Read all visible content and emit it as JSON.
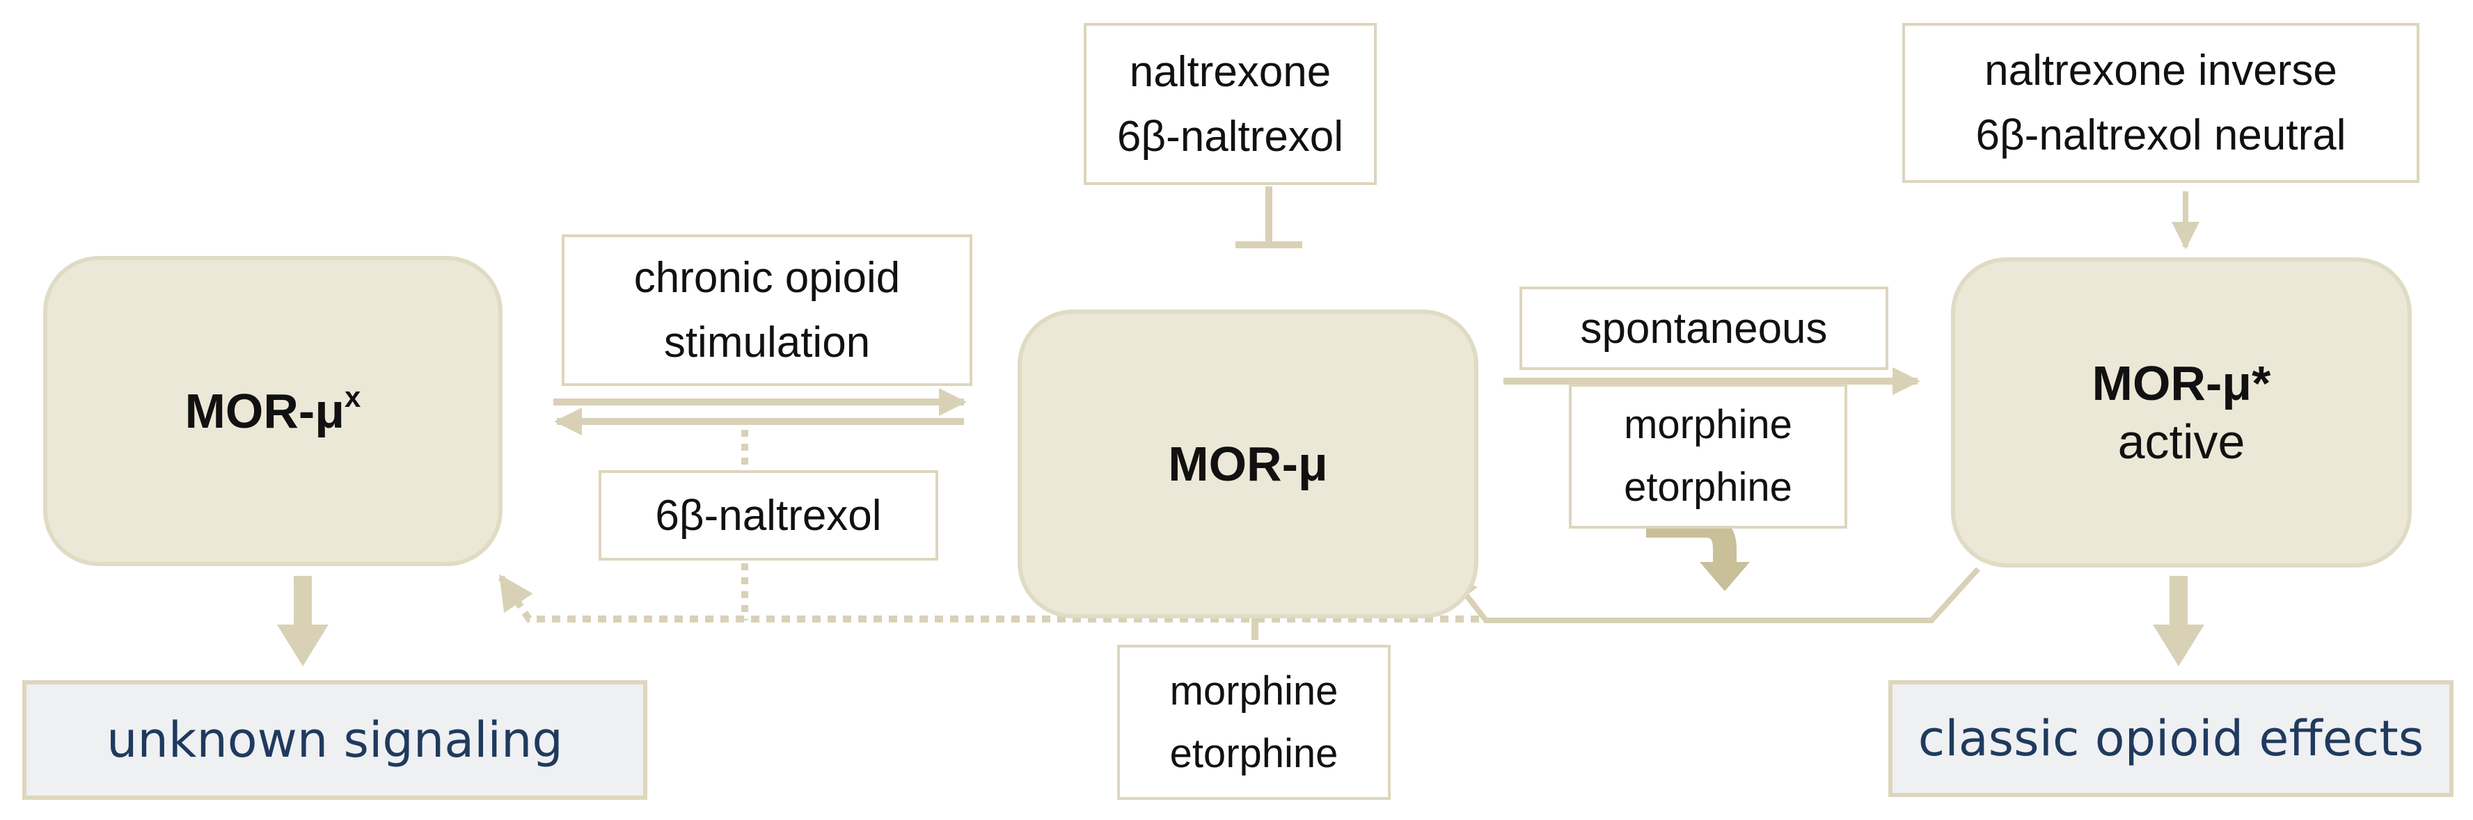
{
  "states": {
    "mor_mux": {
      "name": "MOR-μ",
      "sup": "x"
    },
    "mor_mu": {
      "name": "MOR-μ"
    },
    "mor_mu_star": {
      "name": "MOR-μ*",
      "sub": "active"
    }
  },
  "labels": {
    "antagonists_top": [
      "naltrexone",
      "6β-naltrexol"
    ],
    "inverse_neutral": [
      "naltrexone inverse",
      "6β-naltrexol neutral"
    ],
    "chronic": [
      "chronic opioid",
      "stimulation"
    ],
    "naltrexol_mid": [
      "6β-naltrexol"
    ],
    "spontaneous": [
      "spontaneous"
    ],
    "agonists_right": [
      "morphine",
      "etorphine"
    ],
    "agonists_bottom": [
      "morphine",
      "etorphine"
    ]
  },
  "outcomes": {
    "left": "unknown signaling",
    "right": "classic opioid effects"
  },
  "colors": {
    "state_fill": "#ece8d7",
    "state_border": "#e0dbc4",
    "arrow": "#d8d1b6",
    "heavy_arrow": "#c9bf98",
    "outcome_text": "#1f3a5e",
    "outcome_fill": "#eff0f2"
  }
}
